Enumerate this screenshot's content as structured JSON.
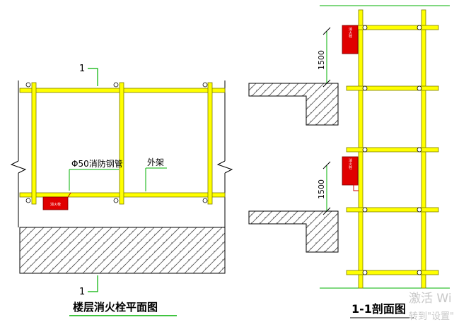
{
  "plan": {
    "section_mark_top": "1",
    "section_mark_bottom": "1",
    "pipe_label": "Φ50消防钢管",
    "scaffold_label": "外架",
    "hydrant_box_label": "消火栓",
    "title": "楼层消火栓平面图"
  },
  "section": {
    "dimension_upper": "1500",
    "dimension_lower": "1500",
    "hydrant_box_label_upper": "消火栓",
    "hydrant_box_label_lower": "消火栓",
    "title": "1-1剖面图"
  },
  "watermark": {
    "line1": "激活 Wi",
    "line2": "转到\"设置\""
  },
  "colors": {
    "scaffold": "#ffff00",
    "scaffold_edge": "#7a7a00",
    "hydrant_box": "#e00000",
    "leader": "#00b000",
    "title_underline": "#00b000"
  }
}
